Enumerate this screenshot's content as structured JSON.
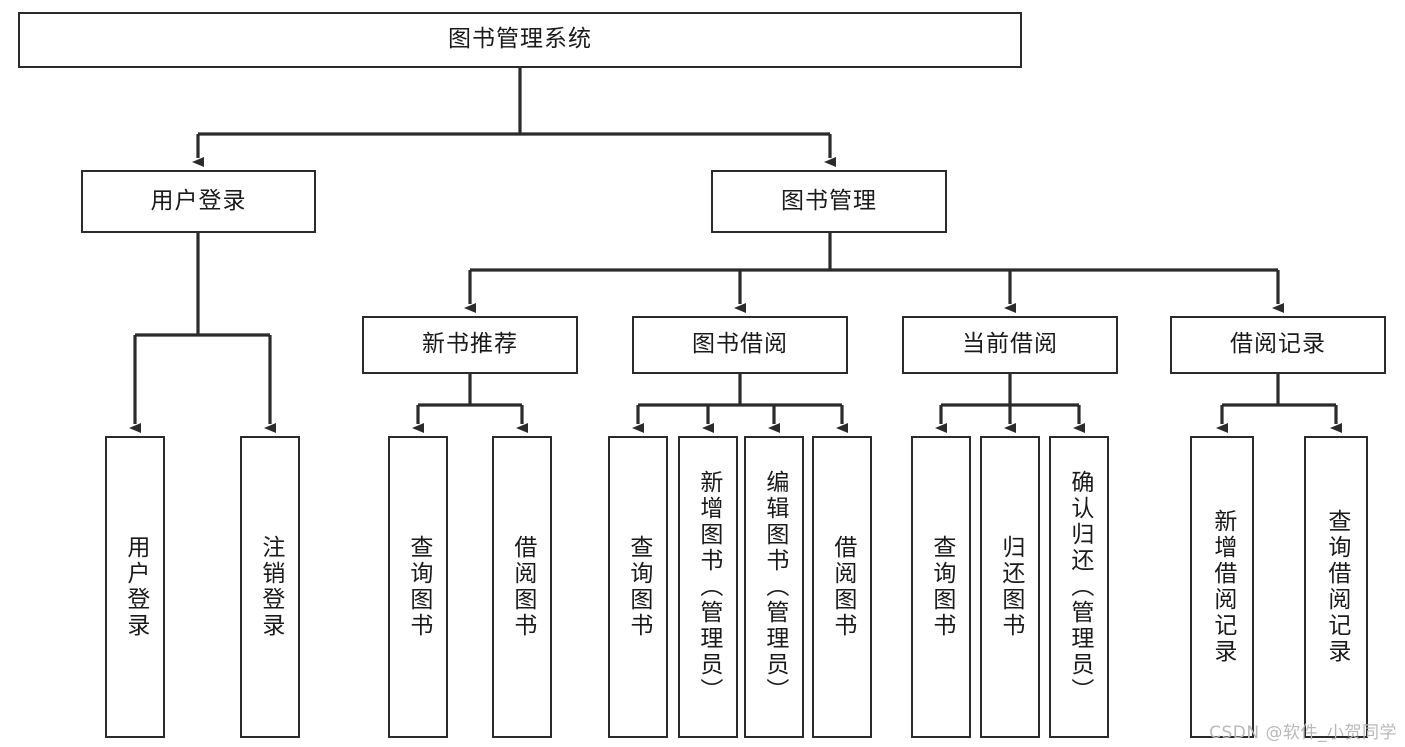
{
  "diagram": {
    "type": "tree-hierarchy",
    "title": "图书管理系统",
    "watermark": "CSDN @软件_小贺同学",
    "colors": {
      "stroke": "#2b2b2b",
      "fill": "#ffffff",
      "text": "#1a1a1a",
      "watermark": "#b9b9b9"
    },
    "nodes": {
      "root": {
        "label": "图书管理系统"
      },
      "level2": [
        {
          "label": "用户登录"
        },
        {
          "label": "图书管理"
        }
      ],
      "level3": [
        {
          "label": "新书推荐"
        },
        {
          "label": "图书借阅"
        },
        {
          "label": "当前借阅"
        },
        {
          "label": "借阅记录"
        }
      ],
      "leaves": {
        "user_login": [
          {
            "label": "用户登录"
          },
          {
            "label": "注销登录"
          }
        ],
        "new_book": [
          {
            "label": "查询图书"
          },
          {
            "label": "借阅图书"
          }
        ],
        "book_borrow": [
          {
            "label": "查询图书"
          },
          {
            "label": "新增图书（管理员）"
          },
          {
            "label": "编辑图书（管理员）"
          },
          {
            "label": "借阅图书"
          }
        ],
        "current_borrow": [
          {
            "label": "查询图书"
          },
          {
            "label": "归还图书"
          },
          {
            "label": "确认归还（管理员）"
          }
        ],
        "borrow_record": [
          {
            "label": "新增借阅记录"
          },
          {
            "label": "查询借阅记录"
          }
        ]
      }
    }
  }
}
